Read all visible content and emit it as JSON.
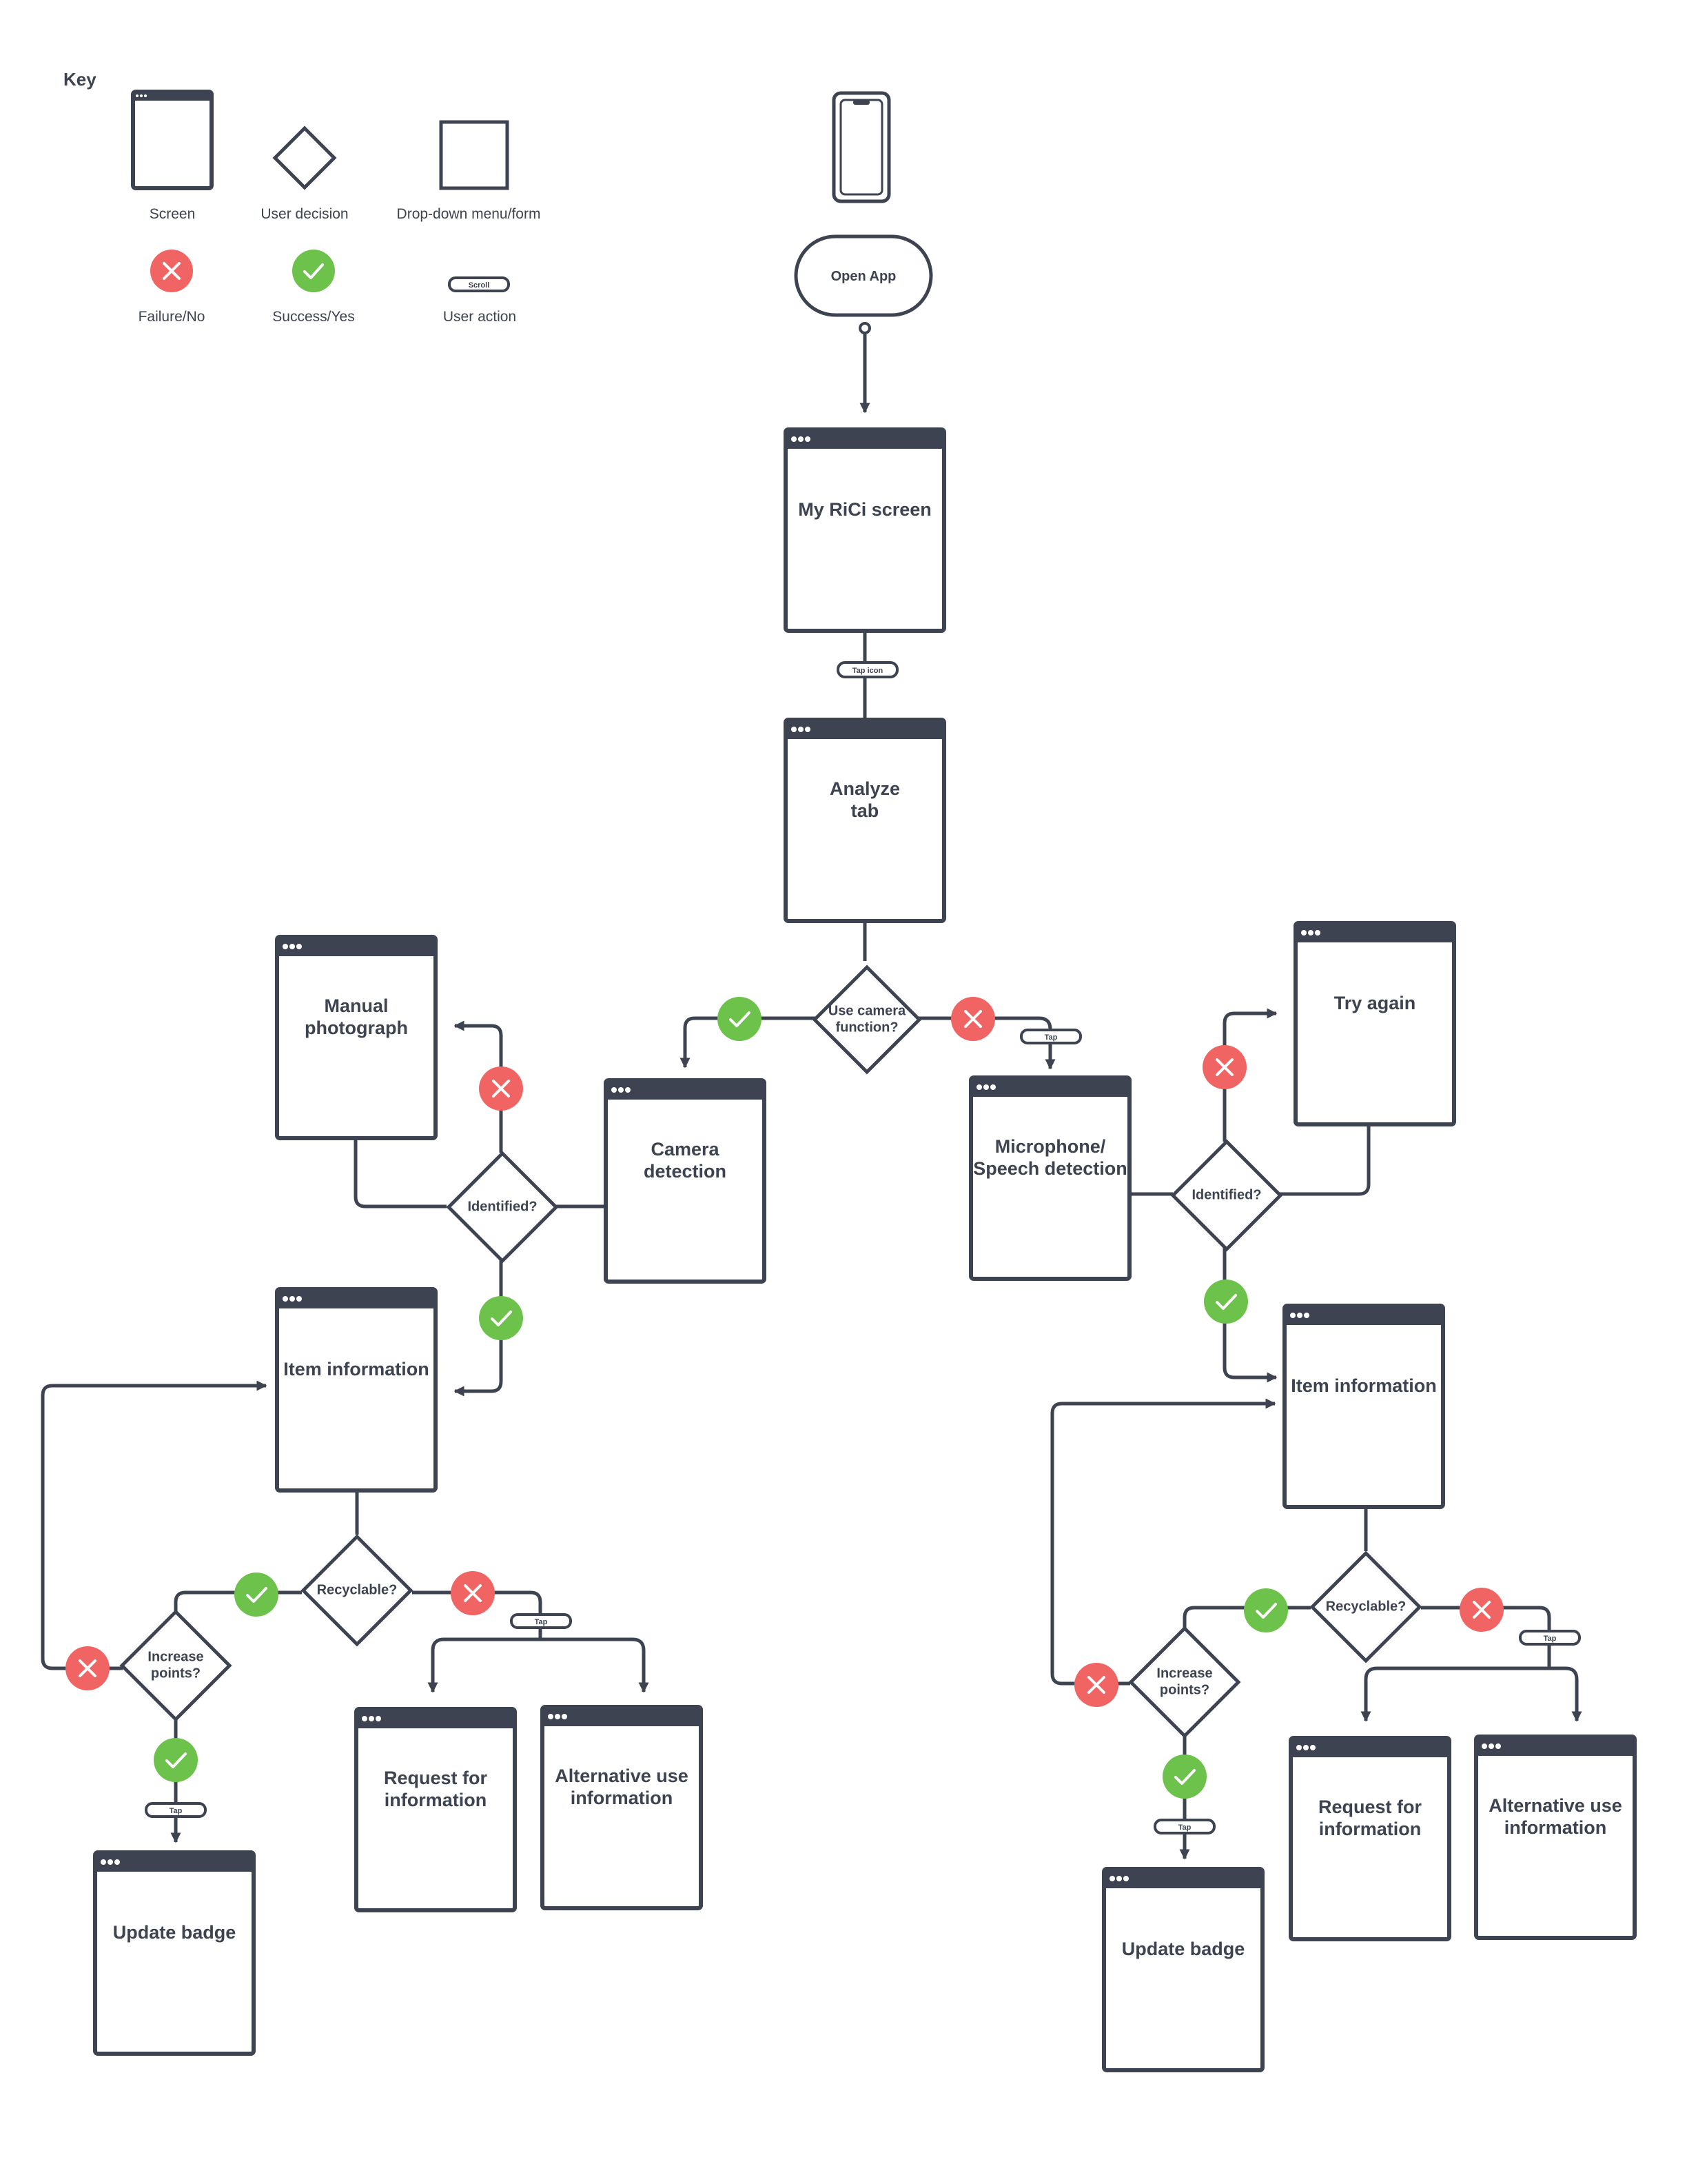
{
  "key": {
    "title": "Key",
    "screen": "Screen",
    "user_decision": "User decision",
    "dropdown": "Drop-down menu/form",
    "failure": "Failure/No",
    "success": "Success/Yes",
    "user_action": "User action",
    "scroll_tag": "Scroll"
  },
  "start": {
    "label": "Open App"
  },
  "screens": {
    "my_rici": [
      "My RiCi screen"
    ],
    "analyze": [
      "Analyze",
      "tab"
    ],
    "manual_photo": [
      "Manual",
      "photograph"
    ],
    "camera": [
      "Camera",
      "detection"
    ],
    "microphone": [
      "Microphone/",
      "Speech detection"
    ],
    "try_again": [
      "Try again"
    ],
    "item_info_left": [
      "Item information"
    ],
    "item_info_right": [
      "Item information"
    ],
    "request_left": [
      "Request for",
      "information"
    ],
    "alt_left": [
      "Alternative use",
      "information"
    ],
    "request_right": [
      "Request for",
      "information"
    ],
    "alt_right": [
      "Alternative use",
      "information"
    ],
    "badge_left": [
      "Update badge"
    ],
    "badge_right": [
      "Update badge"
    ]
  },
  "decisions": {
    "use_camera": [
      "Use camera",
      "function?"
    ],
    "identified_left": [
      "Identified?"
    ],
    "identified_right": [
      "Identified?"
    ],
    "recyclable_left": [
      "Recyclable?"
    ],
    "recyclable_right": [
      "Recyclable?"
    ],
    "increase_left": [
      "Increase",
      "points?"
    ],
    "increase_right": [
      "Increase",
      "points?"
    ]
  },
  "actions": {
    "tap_icon": "Tap icon",
    "tap": "Tap"
  },
  "colors": {
    "ink": "#3d4350",
    "failure": "#f06463",
    "success": "#6cc24a"
  }
}
